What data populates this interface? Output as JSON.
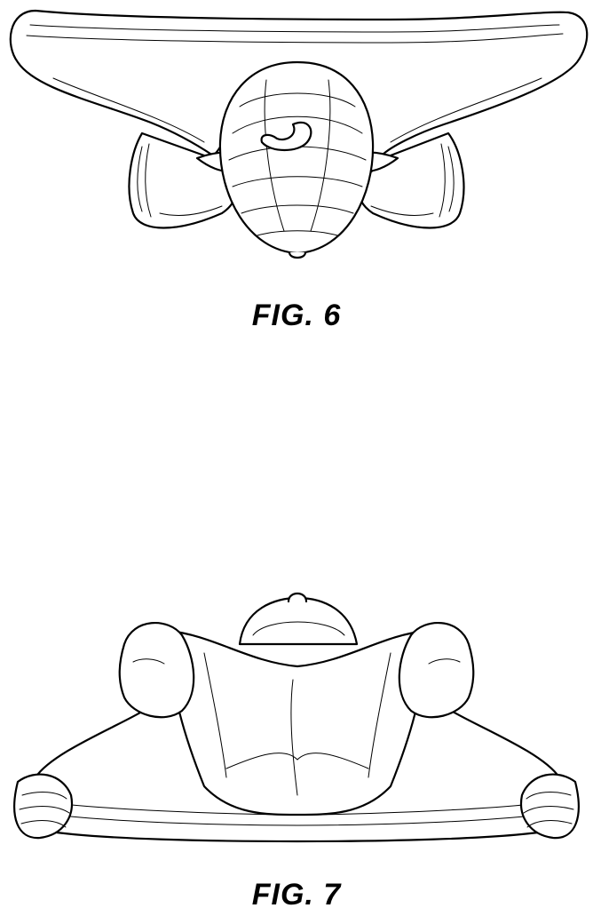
{
  "figures": [
    {
      "id": "fig6",
      "caption": "FIG. 6"
    },
    {
      "id": "fig7",
      "caption": "FIG. 7"
    }
  ],
  "colors": {
    "ink": "#000000",
    "paper": "#ffffff"
  }
}
